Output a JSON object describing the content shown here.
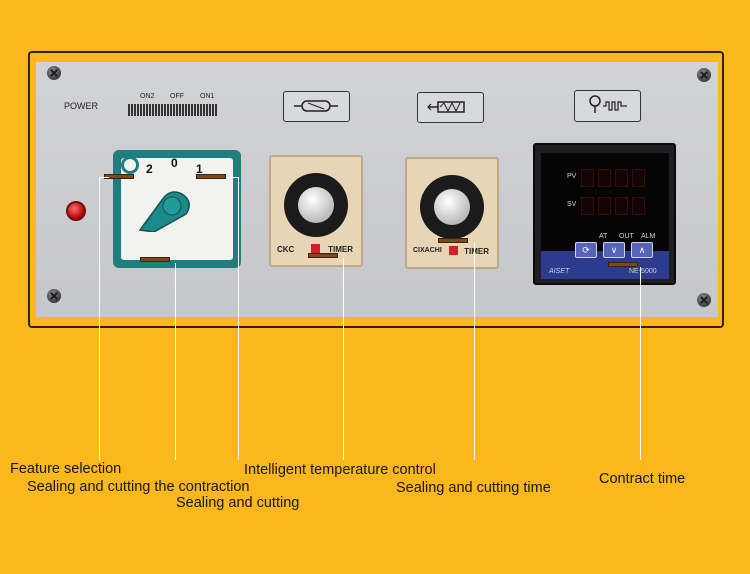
{
  "panel": {
    "power_label": "POWER",
    "switch_positions": [
      "ON2",
      "OFF",
      "ON1"
    ],
    "selector_positions": [
      "2",
      "0",
      "1"
    ],
    "icons": [
      "sealing-cutting-icon",
      "contraction-heater-icon",
      "temperature-heater-icon"
    ]
  },
  "timers": [
    {
      "brand": "CKC",
      "word": "TIMER"
    },
    {
      "brand": "CIXACHI",
      "word": "TIMER"
    }
  ],
  "controller": {
    "pv_label": "PV",
    "sv_label": "SV",
    "indicators": [
      "AT",
      "OUT",
      "ALM"
    ],
    "brand": "AISET",
    "model": "NE-5000"
  },
  "captions": {
    "feature_selection": "Feature selection",
    "sealing_cutting_contraction": "Sealing and cutting the contraction",
    "sealing_cutting": "Sealing and cutting",
    "intelligent_temp": "Intelligent temperature control",
    "sealing_cutting_time": "Sealing and cutting time",
    "contract_time": "Contract time"
  },
  "colors": {
    "background": "#fbb81c",
    "plate": "#c8c9cc",
    "selector_teal": "#1f7f80",
    "controller_blue": "#2c3a8f"
  }
}
